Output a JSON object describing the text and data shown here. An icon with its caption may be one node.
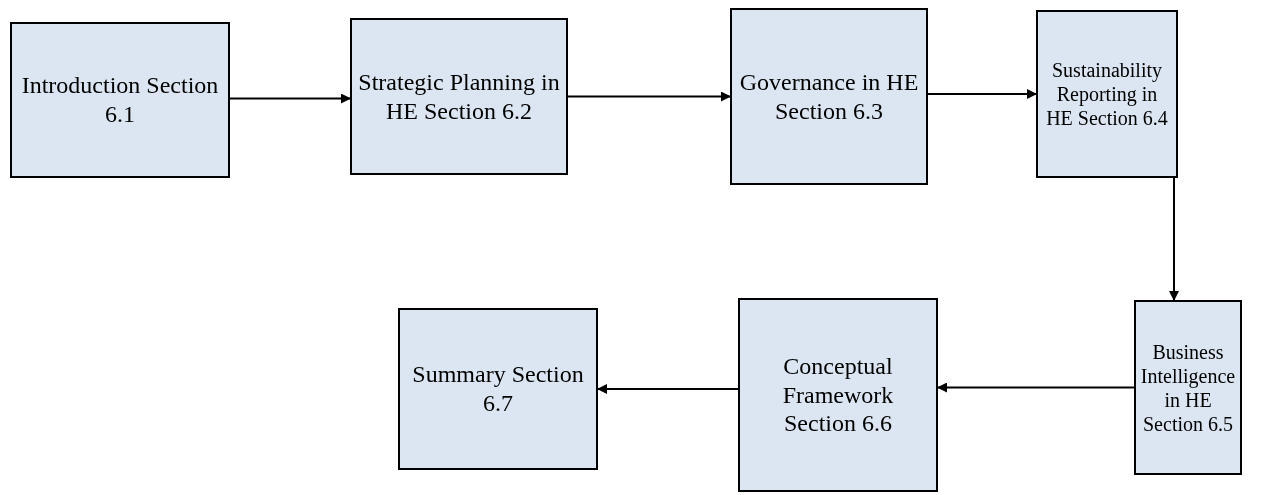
{
  "diagram": {
    "nodes": [
      {
        "text": [
          "Introduction Section 6.1"
        ]
      },
      {
        "text": [
          "Strategic Planning in HE Section 6.2"
        ]
      },
      {
        "text": [
          "Governance in HE Section 6.3"
        ]
      },
      {
        "text": [
          "Sustainability Reporting in HE Section 6.4"
        ]
      },
      {
        "text": [
          "Business Intelligence in HE Section 6.5"
        ]
      },
      {
        "text": [
          "Conceptual Framework Section 6.6"
        ]
      },
      {
        "text": [
          "Summary Section 6.7"
        ]
      }
    ],
    "edges": [
      {
        "from": 0,
        "to": 1,
        "arrow": "to"
      },
      {
        "from": 1,
        "to": 2,
        "arrow": "to"
      },
      {
        "from": 2,
        "to": 3,
        "arrow": "to"
      },
      {
        "from": 3,
        "to": 4,
        "arrow": "to"
      },
      {
        "from": 4,
        "to": 5,
        "arrow": "to"
      },
      {
        "from": 5,
        "to": 6,
        "arrow": "to"
      }
    ]
  }
}
